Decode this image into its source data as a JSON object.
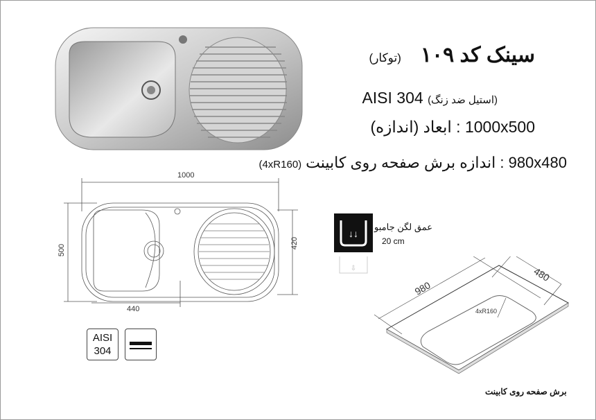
{
  "header": {
    "title": "سینک کد ۱۰۹",
    "subtitle": "(توکار)",
    "material_code": "AISI 304",
    "material_label": "(استیل ضد زنگ)",
    "dimensions": "1000x500 : ابعاد (اندازه)",
    "cutout_size": "980x480 : اندازه برش صفحه روی کابینت",
    "cutout_radius": "(4xR160)"
  },
  "drawing": {
    "width_label": "1000",
    "height_label": "500",
    "inner_height_label": "420",
    "bowl_width_label": "440"
  },
  "badges": {
    "aisi_line1": "AISI",
    "aisi_line2": "304"
  },
  "depth": {
    "label": "عمق لگن جامبو",
    "value": "20 cm"
  },
  "cutout_diagram": {
    "length_label": "980",
    "width_label": "480",
    "radius_label": "4xR160",
    "caption": "برش صفحه روی کابینت"
  }
}
